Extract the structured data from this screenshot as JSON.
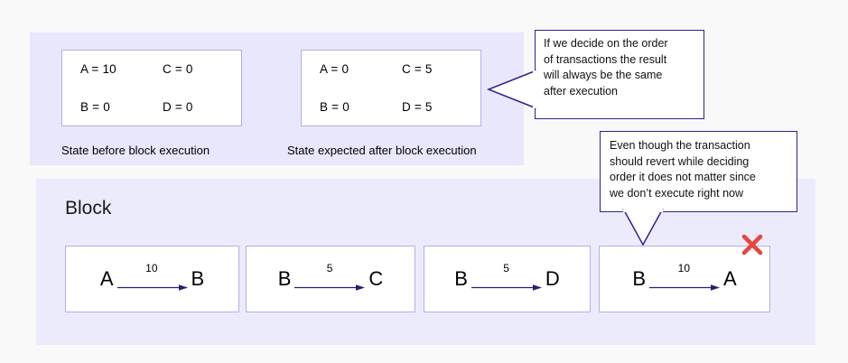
{
  "diagram": {
    "colors": {
      "page_background": "#f9f9fa",
      "panel_lavender": "#e9e7fb",
      "panel_lavender_bottom": "#ecebfc",
      "box_border": "#b5aeea",
      "callout_border": "#33218c",
      "arrow": "#2b1d73",
      "error_x": "#e8453c",
      "text": "#000000"
    },
    "top_panel": {
      "state_before": {
        "caption": "State before block execution",
        "entries": [
          {
            "label": "A = 10"
          },
          {
            "label": "C = 0"
          },
          {
            "label": "B = 0"
          },
          {
            "label": "D = 0"
          }
        ]
      },
      "state_after": {
        "caption": "State expected after block execution",
        "entries": [
          {
            "label": "A = 0"
          },
          {
            "label": "C = 5"
          },
          {
            "label": "B = 0"
          },
          {
            "label": "D = 5"
          }
        ]
      }
    },
    "bottom_panel": {
      "title": "Block",
      "transactions": [
        {
          "from": "A",
          "amount": "10",
          "to": "B",
          "reverts": false
        },
        {
          "from": "B",
          "amount": "5",
          "to": "C",
          "reverts": false
        },
        {
          "from": "B",
          "amount": "5",
          "to": "D",
          "reverts": false
        },
        {
          "from": "B",
          "amount": "10",
          "to": "A",
          "reverts": true
        }
      ]
    },
    "callouts": [
      {
        "id": "order-determinism",
        "text": "If we decide on the order\nof transactions the result\nwill always be the same\nafter execution"
      },
      {
        "id": "revert-deferred",
        "text": "Even though the transaction\nshould revert while deciding\norder it does not matter since\nwe don’t execute right now"
      }
    ]
  }
}
